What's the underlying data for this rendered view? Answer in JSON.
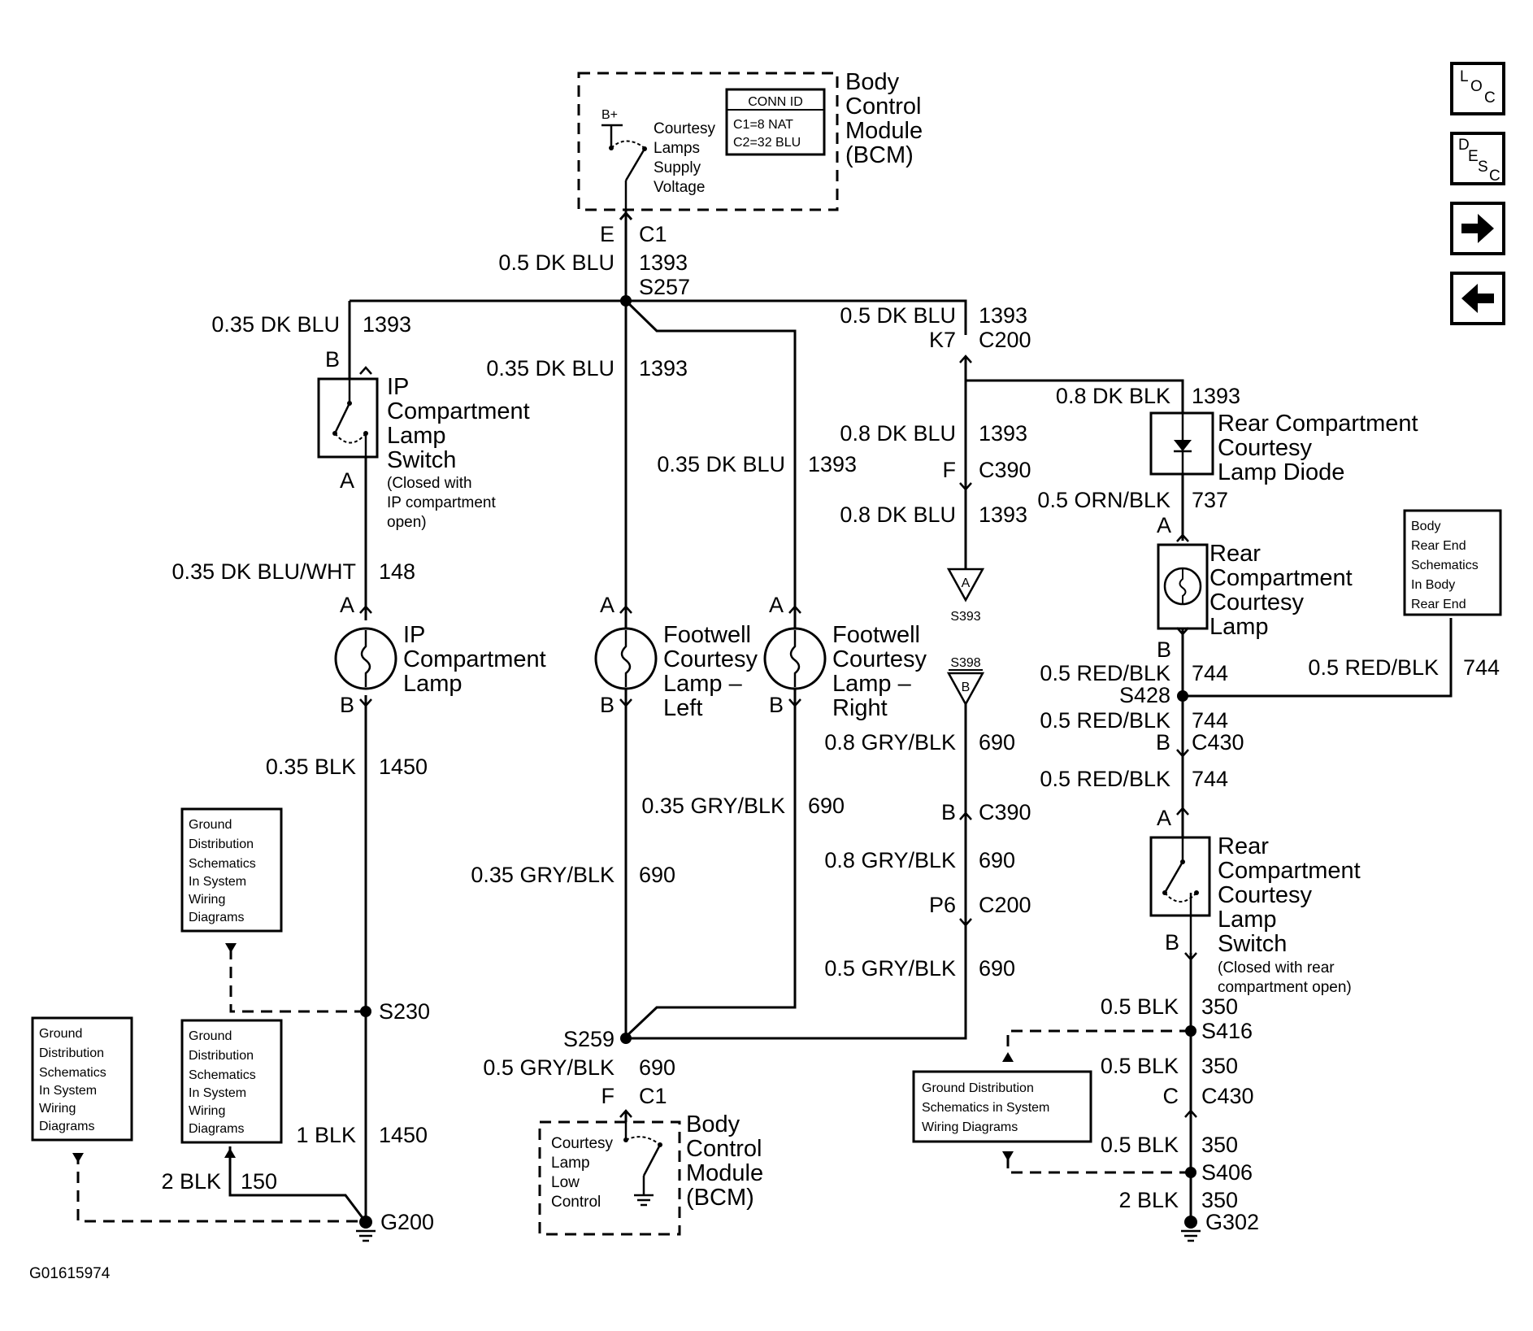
{
  "top_bcm": {
    "title_lines": [
      "Body",
      "Control",
      "Module",
      "(BCM)"
    ],
    "supply": "B+",
    "desc_lines": [
      "Courtesy",
      "Lamps",
      "Supply",
      "Voltage"
    ],
    "conn_id_title": "CONN ID",
    "conn_id_lines": [
      "C1=8 NAT",
      "C2=32 BLU"
    ],
    "pin": "E",
    "conn": "C1"
  },
  "nav": {
    "loc": "LOC",
    "desc": "DESC",
    "next": "→",
    "prev": "←"
  },
  "wires": {
    "w_bcm_out": {
      "color": "0.5 DK BLU",
      "circuit": "1393"
    },
    "splice_s257": "S257",
    "w_left_branch": {
      "color": "0.35 DK BLU",
      "circuit": "1393"
    },
    "w_center": {
      "color": "0.35 DK BLU",
      "circuit": "1393"
    },
    "w_right_branch": {
      "color": "0.35 DK BLU",
      "circuit": "1393"
    },
    "w_c200_top": {
      "color": "0.5 DK BLU",
      "circuit": "1393"
    },
    "w_diode_in": {
      "color": "0.8 DK BLK",
      "circuit": "1393"
    },
    "w_c390_in": {
      "color": "0.8 DK BLU",
      "circuit": "1393"
    },
    "w_c390_out": {
      "color": "0.8 DK BLU",
      "circuit": "1393"
    },
    "w_diode_out": {
      "color": "0.5 ORN/BLK",
      "circuit": "737"
    },
    "w_ip_sw_out": {
      "color": "0.35 DK BLU/WHT",
      "circuit": "148"
    },
    "w_ip_ground": {
      "color": "0.35 BLK",
      "circuit": "1450"
    },
    "w_fw_right_gnd": {
      "color": "0.35 GRY/BLK",
      "circuit": "690"
    },
    "w_fw_left_gnd": {
      "color": "0.35 GRY/BLK",
      "circuit": "690"
    },
    "w_s398_out": {
      "color": "0.8 GRY/BLK",
      "circuit": "690"
    },
    "w_c390_b_out": {
      "color": "0.8 GRY/BLK",
      "circuit": "690"
    },
    "w_c200_p6_out": {
      "color": "0.5 GRY/BLK",
      "circuit": "690"
    },
    "w_rear_lamp_out": {
      "color": "0.5 RED/BLK",
      "circuit": "744"
    },
    "w_rear_end": {
      "color": "0.5 RED/BLK",
      "circuit": "744"
    },
    "w_s428_out": {
      "color": "0.5 RED/BLK",
      "circuit": "744"
    },
    "w_c430_out": {
      "color": "0.5 RED/BLK",
      "circuit": "744"
    },
    "w_rear_sw_out": {
      "color": "0.5 BLK",
      "circuit": "350"
    },
    "w_s416_out": {
      "color": "0.5 BLK",
      "circuit": "350"
    },
    "w_c430c_out": {
      "color": "0.5 BLK",
      "circuit": "350"
    },
    "w_g302": {
      "color": "2 BLK",
      "circuit": "350"
    },
    "w_s259_out": {
      "color": "0.5 GRY/BLK",
      "circuit": "690"
    },
    "w_g200_a": {
      "color": "1 BLK",
      "circuit": "1450"
    },
    "w_g200_b": {
      "color": "2 BLK",
      "circuit": "150"
    }
  },
  "connectors": {
    "k7": "K7",
    "c200": "C200",
    "f": "F",
    "c390": "C390",
    "b_c390": "B",
    "c390b": "C390",
    "p6": "P6",
    "c200b": "C200",
    "b_c430": "B",
    "c430": "C430",
    "c_c430": "C",
    "c430c": "C430",
    "f_c1": "F",
    "c1": "C1"
  },
  "splices": {
    "s230": "S230",
    "s259": "S259",
    "s428": "S428",
    "s416": "S416",
    "s406": "S406",
    "s393": "S393",
    "s398": "S398",
    "s393_pin": "A",
    "s398_pin": "B"
  },
  "grounds": {
    "g200": "G200",
    "g302": "G302"
  },
  "components": {
    "ip_switch": {
      "lines": [
        "IP",
        "Compartment",
        "Lamp",
        "Switch"
      ],
      "note_lines": [
        "(Closed with",
        "IP compartment",
        "open)"
      ],
      "pin_top": "B",
      "pin_bottom": "A"
    },
    "ip_lamp": {
      "lines": [
        "IP",
        "Compartment",
        "Lamp"
      ],
      "pin_top": "A",
      "pin_bottom": "B"
    },
    "fw_left": {
      "lines": [
        "Footwell",
        "Courtesy",
        "Lamp –",
        "Left"
      ],
      "pin_top": "A",
      "pin_bottom": "B"
    },
    "fw_right": {
      "lines": [
        "Footwell",
        "Courtesy",
        "Lamp –",
        "Right"
      ],
      "pin_top": "A",
      "pin_bottom": "B"
    },
    "rear_diode": {
      "lines": [
        "Rear Compartment",
        "Courtesy",
        "Lamp Diode"
      ]
    },
    "rear_lamp": {
      "lines": [
        "Rear",
        "Compartment",
        "Courtesy",
        "Lamp"
      ],
      "pin_top": "A",
      "pin_bottom": "B"
    },
    "rear_switch": {
      "lines": [
        "Rear",
        "Compartment",
        "Courtesy",
        "Lamp",
        "Switch"
      ],
      "note_lines": [
        "(Closed with rear",
        "compartment open)"
      ],
      "pin_top": "A",
      "pin_bottom": "B"
    },
    "bottom_bcm": {
      "title_lines": [
        "Body",
        "Control",
        "Module",
        "(BCM)"
      ],
      "desc_lines": [
        "Courtesy",
        "Lamp",
        "Low",
        "Control"
      ]
    }
  },
  "refs": {
    "body_rear_end": [
      "Body",
      "Rear End",
      "Schematics",
      "In Body",
      "Rear End"
    ],
    "gnd_dist_1": [
      "Ground",
      "Distribution",
      "Schematics",
      "In System",
      "Wiring",
      "Diagrams"
    ],
    "gnd_dist_2": [
      "Ground",
      "Distribution",
      "Schematics",
      "In System",
      "Wiring",
      "Diagrams"
    ],
    "gnd_dist_3": [
      "Ground",
      "Distribution",
      "Schematics",
      "In System",
      "Wiring",
      "Diagrams"
    ],
    "gnd_dist_4": [
      "Ground Distribution",
      "Schematics in System",
      "Wiring Diagrams"
    ]
  },
  "figure_id": "G01615974"
}
